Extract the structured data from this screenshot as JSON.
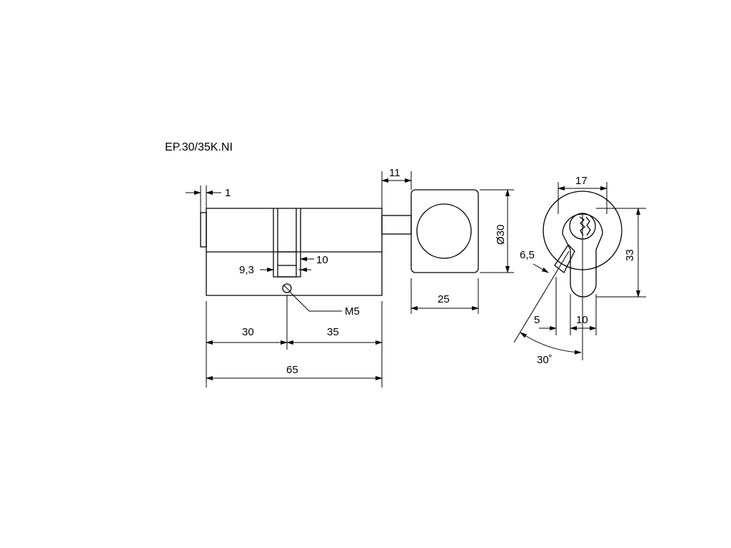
{
  "title": "EP.30/35K.NI",
  "dimensions": {
    "d1": "1",
    "d11": "11",
    "d30dia": "Ø30",
    "d9_3": "9,3",
    "d10cam": "10",
    "m5": "M5",
    "d30": "30",
    "d35": "35",
    "d65": "65",
    "d25": "25",
    "d17": "17",
    "d6_5": "6,5",
    "d33": "33",
    "d5": "5",
    "d10": "10",
    "angle": "30˚"
  },
  "colors": {
    "line": "#000000",
    "background": "#ffffff"
  }
}
